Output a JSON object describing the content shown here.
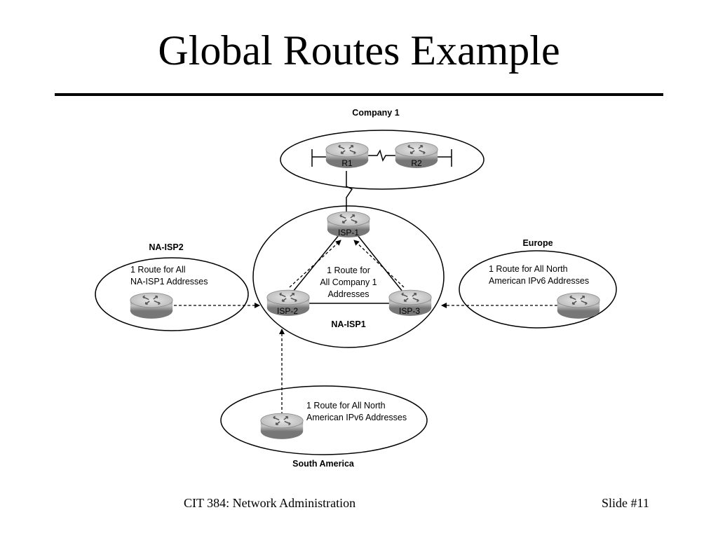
{
  "slide": {
    "title": "Global Routes Example",
    "footer_course": "CIT 384: Network Administration",
    "footer_slide": "Slide #11"
  },
  "diagram": {
    "regions": {
      "company1": {
        "label": "Company 1"
      },
      "na_isp1": {
        "label": "NA-ISP1"
      },
      "na_isp2": {
        "label": "NA-ISP2",
        "note_line1": "1 Route for All",
        "note_line2": "NA-ISP1 Addresses"
      },
      "europe": {
        "label": "Europe",
        "note_line1": "1 Route for All North",
        "note_line2": "American IPv6 Addresses"
      },
      "south_america": {
        "label": "South America",
        "note_line1": "1 Route for All North",
        "note_line2": "American IPv6 Addresses"
      }
    },
    "routers": {
      "r1": "R1",
      "r2": "R2",
      "isp1": "ISP-1",
      "isp2": "ISP-2",
      "isp3": "ISP-3"
    },
    "inner_note": {
      "line1": "1 Route for",
      "line2": "All Company 1",
      "line3": "Addresses"
    },
    "icon": "router-icon",
    "colors": {
      "router_body": "#a8a8a8",
      "router_top": "#d4d4d4",
      "line": "#000000"
    }
  }
}
